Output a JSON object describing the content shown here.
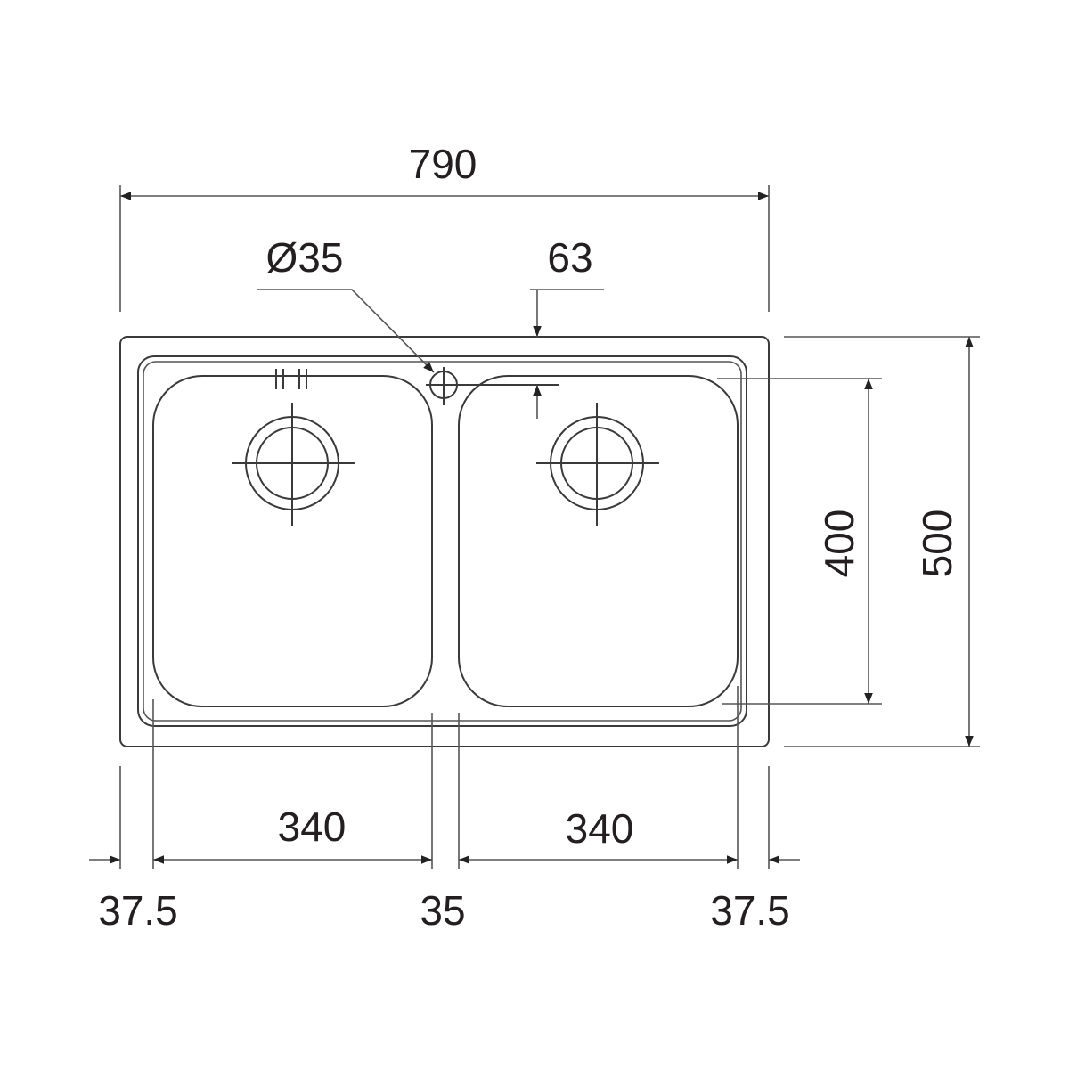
{
  "diagram": {
    "type": "double bowl sink dimension drawing",
    "dimensions": {
      "overall_width": "790",
      "overall_depth": "500",
      "bowl_depth": "400",
      "tap_hole": "Ø35",
      "tap_offset": "63",
      "bowl_width_left": "340",
      "bowl_width_right": "340",
      "left_margin": "37.5",
      "center_divider": "35",
      "right_margin": "37.5"
    },
    "colors": {
      "line": "#3a3a3a",
      "text": "#231f20"
    }
  }
}
